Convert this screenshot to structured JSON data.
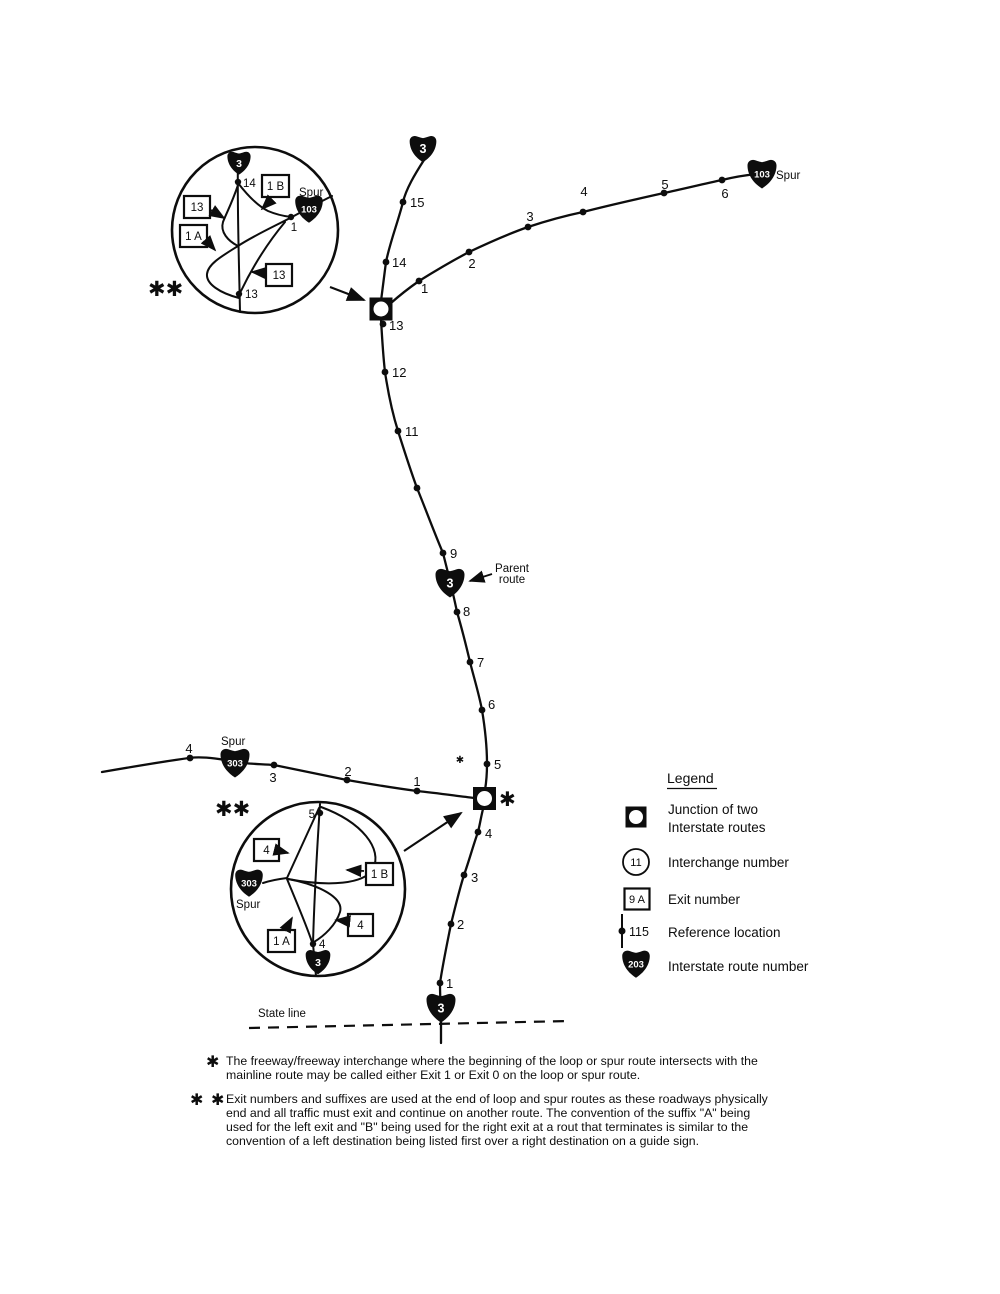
{
  "routes": {
    "main_number": "3",
    "spur_north_number": "103",
    "spur_west_number": "303",
    "legend_route_number": "203",
    "spur_label": "Spur",
    "parent_label_line1": "Parent",
    "parent_label_line2": "route"
  },
  "main_route": {
    "refs": [
      "15",
      "14",
      "13",
      "12",
      "11",
      "9",
      "8",
      "7",
      "6",
      "5",
      "4",
      "3",
      "2",
      "1"
    ]
  },
  "spur_north": {
    "refs": [
      "1",
      "2",
      "3",
      "4",
      "5",
      "6"
    ]
  },
  "spur_west": {
    "refs": [
      "4",
      "3",
      "2",
      "1"
    ]
  },
  "inset_top": {
    "asterisks": "✱✱",
    "ref_14": "14",
    "ref_1": "1",
    "ref_13": "13",
    "exit_upper": "13",
    "exit_b": "1 B",
    "exit_a": "1 A",
    "exit_lower": "13"
  },
  "inset_bottom": {
    "asterisks": "✱✱",
    "ref_5": "5",
    "ref_4": "4",
    "exit_upper": "4",
    "exit_b": "1 B",
    "exit_a": "1 A",
    "exit_lower": "4"
  },
  "markers": {
    "junction_note": "✱",
    "loop_start_note": "✱"
  },
  "state_line": {
    "label": "State line"
  },
  "legend": {
    "title": "Legend",
    "junction_line1": "Junction of two",
    "junction_line2": "Interstate routes",
    "interchange_symbol": "11",
    "interchange_label": "Interchange number",
    "exit_symbol": "9 A",
    "exit_label": "Exit number",
    "reference_symbol": "115",
    "reference_label": "Reference location",
    "route_label": "Interstate route number"
  },
  "footnotes": {
    "single_marker": "✱",
    "single_text": "The freeway/freeway interchange where the beginning of the loop or spur route intersects with the mainline route may be called either Exit 1 or Exit 0 on the loop or spur route.",
    "double_marker": "✱ ✱",
    "double_text": "Exit numbers and suffixes are used at the end of loop and spur routes as these roadways physically end and all traffic must exit and continue on another route.  The convention of the suffix \"A\" being used for the left exit and \"B\" being used for the right exit at a rout that terminates is similar to the convention of a left destination being listed first over a right destination on a guide sign."
  }
}
